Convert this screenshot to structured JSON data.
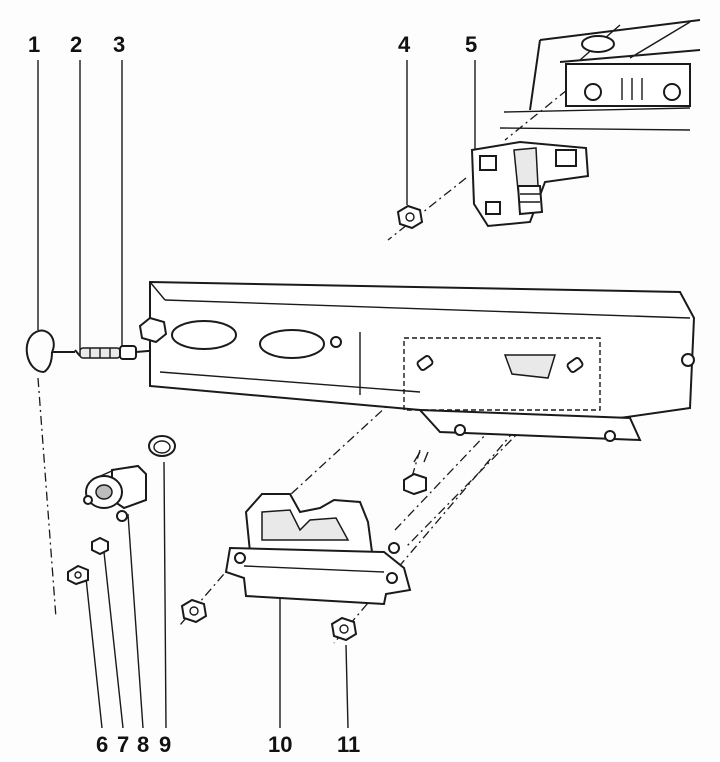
{
  "callouts": {
    "n1": "1",
    "n2": "2",
    "n3": "3",
    "n4": "4",
    "n5": "5",
    "n6": "6",
    "n7": "7",
    "n8": "8",
    "n9": "9",
    "n10": "10",
    "n11": "11"
  }
}
